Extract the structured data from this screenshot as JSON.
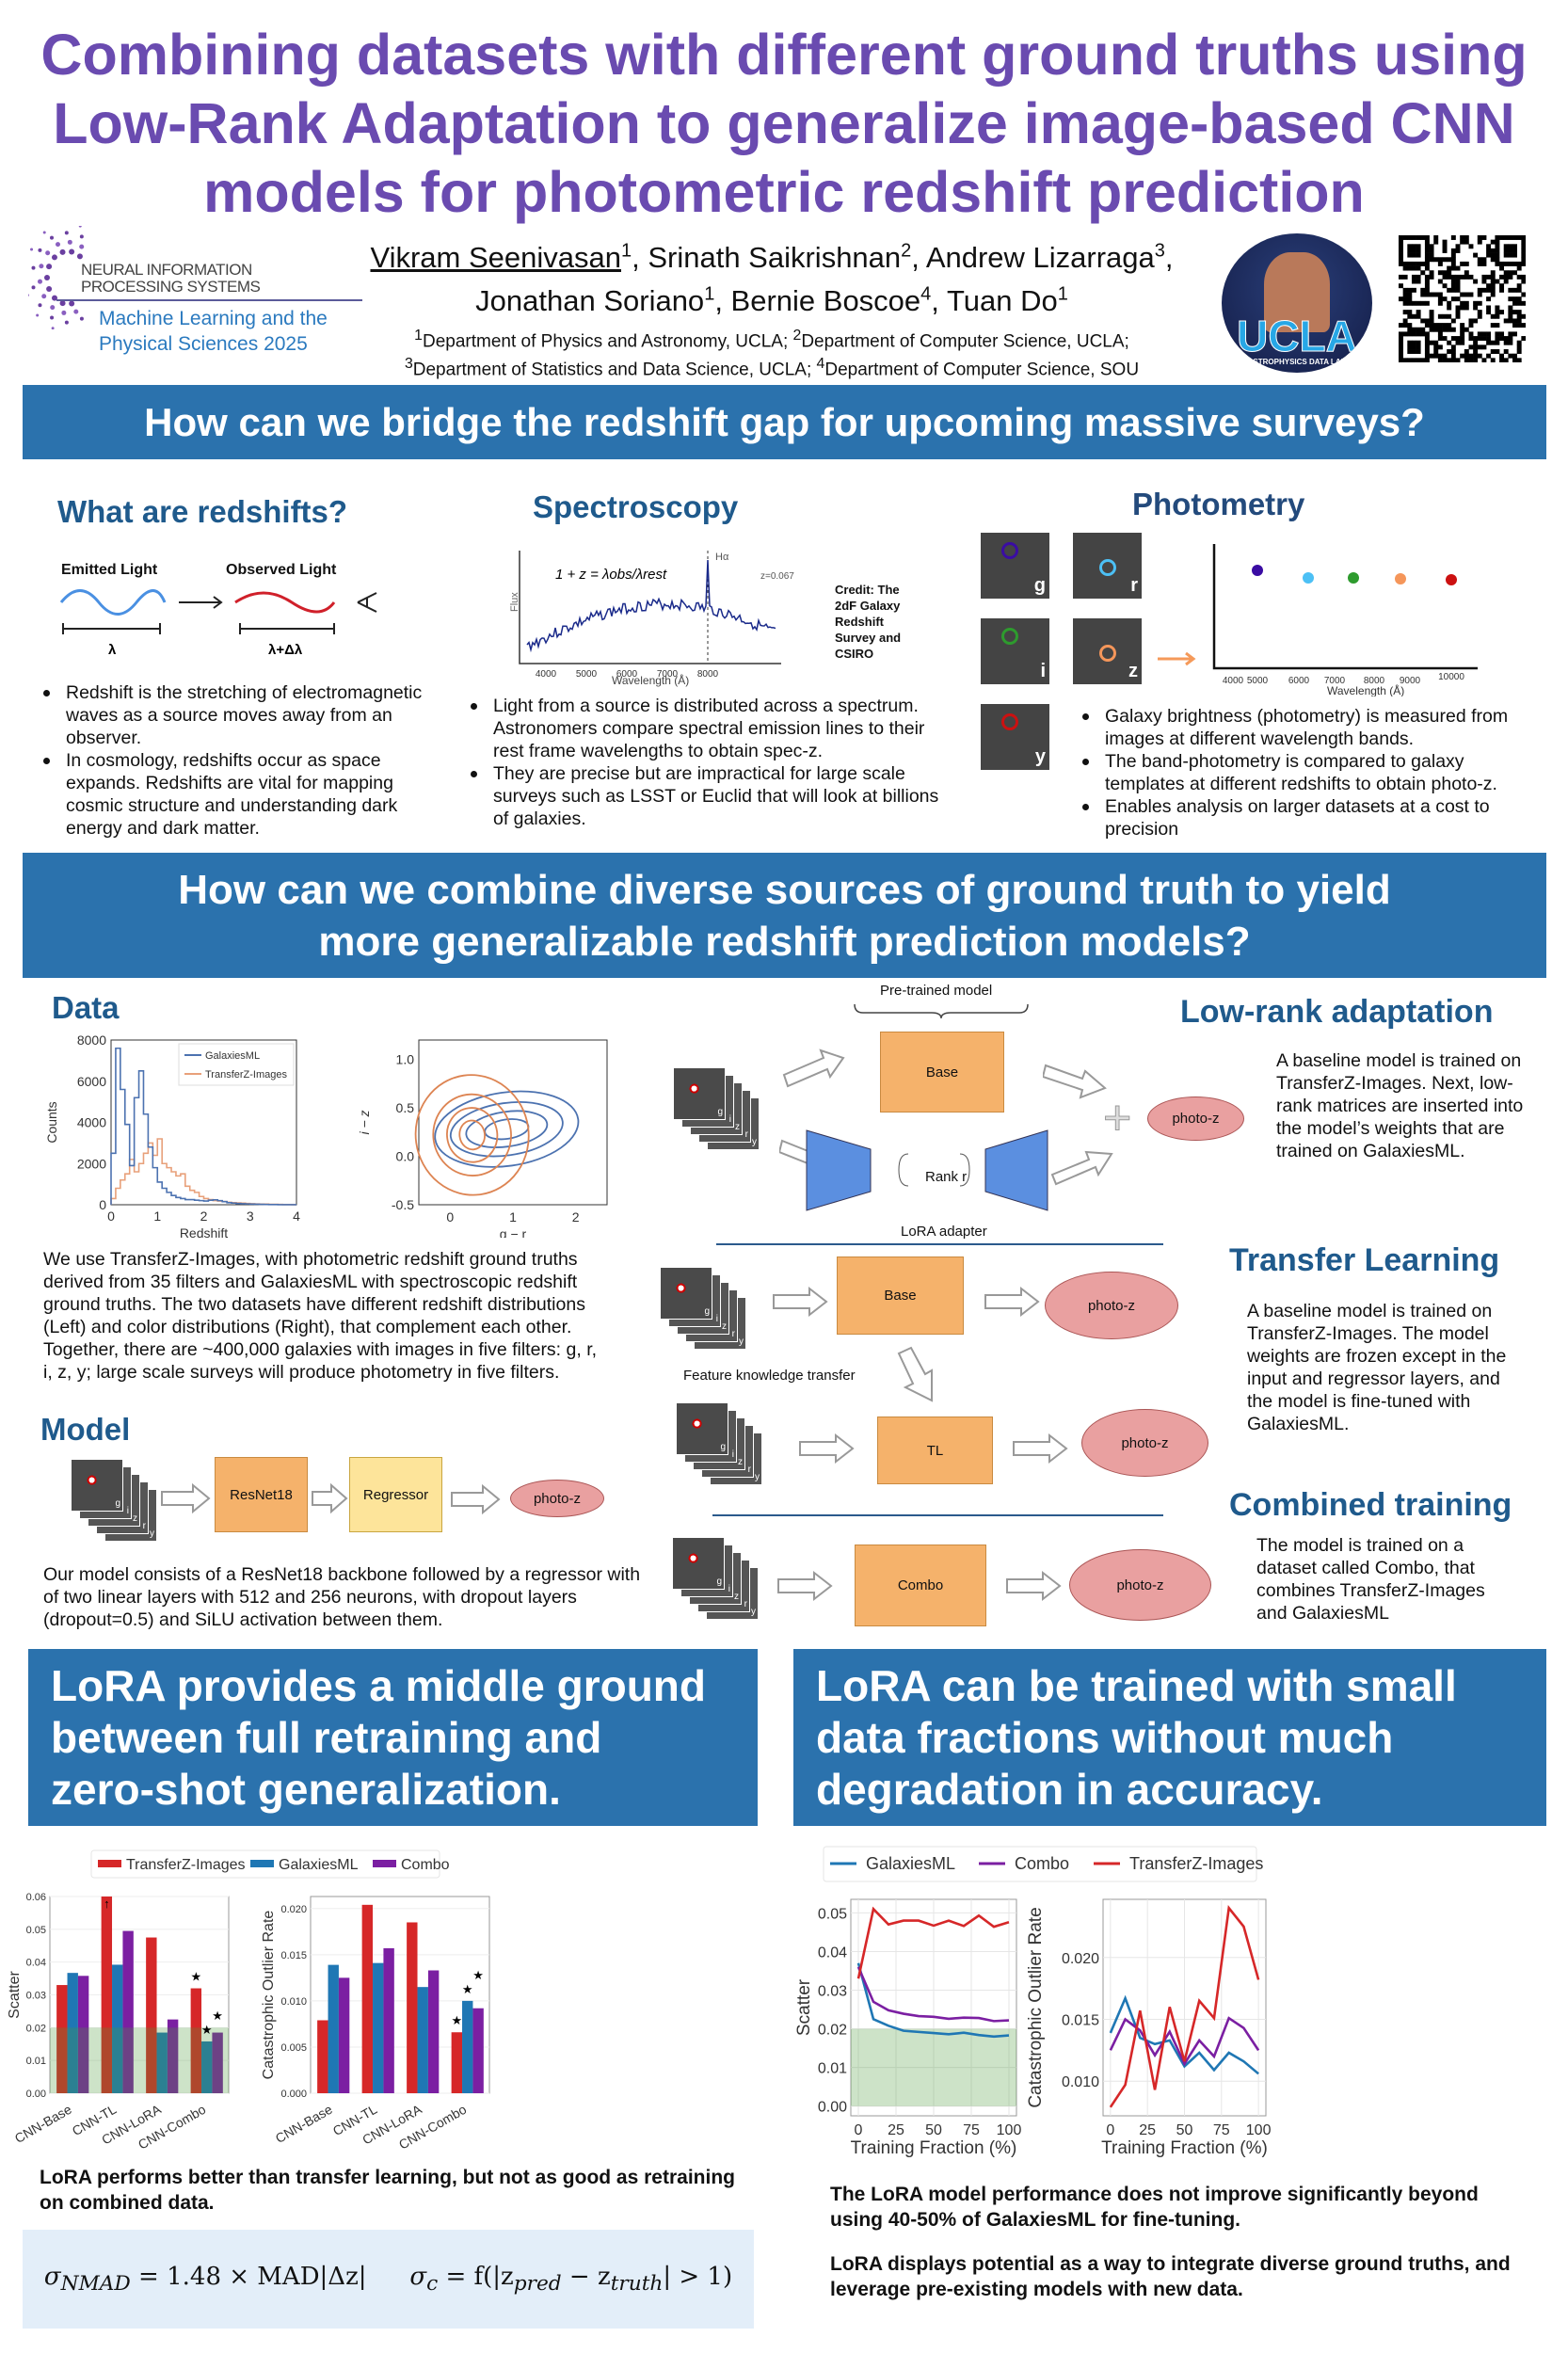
{
  "title": {
    "lines": [
      "Combining datasets with different ground truths using",
      "Low-Rank Adaptation to generalize image-based CNN",
      "models for photometric redshift prediction"
    ]
  },
  "header": {
    "neurips": {
      "line1": "NEURAL INFORMATION",
      "line2": "PROCESSING SYSTEMS",
      "workshop1": "Machine Learning and the",
      "workshop2": "Physical Sciences 2025"
    },
    "authors": [
      {
        "name": "Vikram Seenivasan",
        "sup": "1",
        "sep": ", "
      },
      {
        "name": "Srinath Saikrishnan",
        "sup": "2",
        "sep": ", "
      },
      {
        "name": "Andrew Lizarraga",
        "sup": "3",
        "sep": ","
      },
      {
        "name": "Jonathan Soriano",
        "sup": "1",
        "sep": ", "
      },
      {
        "name": "Bernie Boscoe",
        "sup": "4",
        "sep": ", "
      },
      {
        "name": "Tuan Do",
        "sup": "1",
        "sep": ""
      }
    ],
    "affil1": [
      "1",
      "Department of Physics and Astronomy, UCLA; ",
      "2",
      "Department of Computer Science, UCLA;"
    ],
    "affil2": [
      "3",
      "Department of Statistics and Data Science, UCLA; ",
      "4",
      "Department of Computer Science, SOU"
    ],
    "ucla_logo": {
      "text": "UCLA",
      "sub": "ASTROPHYSICS DATA LAB"
    }
  },
  "banner1": "How can we bridge the redshift gap for upcoming massive surveys?",
  "redshifts": {
    "heading": "What are redshifts?",
    "emitted": "Emitted Light",
    "observed": "Observed Light",
    "lambda": "λ",
    "lambda_shift": "λ+Δλ",
    "bullets": [
      "Redshift is the stretching of electromagnetic waves as a source moves away from an observer.",
      "In cosmology, redshifts occur as space expands. Redshifts are vital for mapping cosmic structure and understanding dark energy and dark matter."
    ]
  },
  "spectroscopy": {
    "heading": "Spectroscopy",
    "ylabel": "Flux",
    "xlabel": "Wavelength (Å)",
    "line_label": "Hα",
    "z_label": "z=0.067",
    "xticks": [
      "4000",
      "5000",
      "6000",
      "7000",
      "8000"
    ],
    "credit": "Credit: The 2dF Galaxy Redshift Survey and CSIRO",
    "bullets": [
      "Light from a source is distributed across a spectrum. Astronomers compare spectral emission lines to their rest frame wavelengths to obtain spec-z.",
      "They are precise but are impractical for large scale surveys such as LSST or Euclid that will look at billions of galaxies."
    ]
  },
  "photometry": {
    "heading": "Photometry",
    "bands": [
      {
        "label": "g",
        "color": "#3a0ca3"
      },
      {
        "label": "r",
        "color": "#4cc0f5"
      },
      {
        "label": "i",
        "color": "#2e9b2e"
      },
      {
        "label": "z",
        "color": "#f5965a"
      },
      {
        "label": "y",
        "color": "#cc1111"
      }
    ],
    "xticks": [
      "4000",
      "5000",
      "6000",
      "7000",
      "8000",
      "9000",
      "10000"
    ],
    "xlabel": "Wavelength (Å)",
    "bullets": [
      "Galaxy brightness (photometry) is measured from images at different wavelength bands.",
      "The band-photometry is compared to galaxy templates at different redshifts to obtain photo-z.",
      "Enables analysis on larger datasets at a cost to precision"
    ]
  },
  "banner2": {
    "line1": "How can we combine diverse sources of ground truth to yield",
    "line2": "more generalizable redshift prediction models?"
  },
  "data_section": {
    "heading": "Data",
    "paragraph": "We use TransferZ-Images, with photometric redshift ground truths derived from 35 filters and GalaxiesML with spectroscopic redshift ground truths. The two datasets have different redshift distributions (Left) and color distributions (Right), that complement each other. Together, there are ~400,000 galaxies with images in five filters: g, r, i, z, y; large scale surveys will produce photometry in five filters."
  },
  "model_section": {
    "heading": "Model",
    "resnet": "ResNet18",
    "regressor": "Regressor",
    "output": "photo-z",
    "paragraph": "Our model consists of a ResNet18 backbone followed by a regressor with of two linear layers with 512 and 256 neurons, with dropout layers (dropout=0.5) and SiLU activation between them."
  },
  "filters": [
    "g",
    "i",
    "z",
    "r",
    "y"
  ],
  "diagram": {
    "pretrained": "Pre-trained model",
    "base": "Base",
    "rank": "Rank r",
    "lora_adapter": "LoRA adapter",
    "output": "photo-z",
    "feature_transfer": "Feature knowledge transfer",
    "tl": "TL",
    "combo": "Combo"
  },
  "methods": [
    {
      "heading": "Low-rank adaptation",
      "text": "A baseline model is trained on TransferZ-Images. Next, low-rank matrices are inserted into the model’s weights that are trained on GalaxiesML."
    },
    {
      "heading": "Transfer Learning",
      "text": "A baseline model is trained on TransferZ-Images. The model weights are frozen except in the input and regressor layers, and the model is fine-tuned with GalaxiesML."
    },
    {
      "heading": "Combined training",
      "text": "The model is trained on a dataset called Combo, that combines TransferZ-Images and GalaxiesML"
    }
  ],
  "bottom_left": {
    "banner": [
      "LoRA provides a middle ground",
      "between full retraining and",
      "zero-shot generalization."
    ],
    "caption": "LoRA performs better than transfer learning, but not as good as retraining on combined data.",
    "formula1": {
      "lhs": "σ",
      "lhs_sub": "NMAD",
      "rhs": " = 1.48 × MAD|Δz|"
    },
    "formula2": {
      "lhs": "σ",
      "lhs_sub": "c",
      "mid": " = f(|z",
      "sub1": "pred",
      "mid2": " − z",
      "sub2": "truth",
      "end": "| > 1)"
    }
  },
  "bottom_right": {
    "banner": [
      "LoRA can be trained with small",
      "data fractions without much",
      "degradation in accuracy."
    ],
    "caption1": "The LoRA model performance does not improve significantly beyond using 40-50% of GalaxiesML for fine-tuning.",
    "caption2": "LoRA displays potential as a way to integrate diverse ground truths, and leverage pre-existing models with new data."
  },
  "chart_data": [
    {
      "id": "redshift-hist",
      "type": "line",
      "xlabel": "Redshift",
      "ylabel": "Counts",
      "xlim": [
        0,
        4
      ],
      "ylim": [
        0,
        8000
      ],
      "xticks": [
        0,
        1,
        2,
        3,
        4
      ],
      "yticks": [
        0,
        2000,
        4000,
        6000,
        8000
      ],
      "legend": "top-right",
      "bin_width": 0.1,
      "series": [
        {
          "name": "GalaxiesML",
          "color": "#4c72b0",
          "values": [
            2500,
            7600,
            5600,
            3900,
            1900,
            5200,
            6500,
            4400,
            2800,
            1800,
            1100,
            800,
            600,
            450,
            350,
            300,
            250,
            250,
            220,
            200,
            180,
            220,
            240,
            200,
            150,
            100,
            80,
            60,
            50,
            40,
            30,
            25,
            20,
            15,
            10,
            10,
            5,
            5,
            5,
            5
          ]
        },
        {
          "name": "TransferZ-Images",
          "color": "#e8a07a",
          "values": [
            300,
            800,
            1200,
            1500,
            2200,
            1600,
            2000,
            2500,
            3000,
            2400,
            3200,
            2000,
            1800,
            1600,
            1400,
            1500,
            900,
            700,
            600,
            400,
            300,
            250,
            200,
            180,
            150,
            120,
            100,
            90,
            80,
            60,
            50,
            40,
            30,
            30,
            20,
            20,
            15,
            10,
            10,
            5
          ]
        }
      ]
    },
    {
      "id": "color-contour",
      "type": "contour",
      "xlabel": "g − r",
      "ylabel": "i − z",
      "xlim": [
        -0.5,
        2.5
      ],
      "ylim": [
        -0.5,
        1.2
      ],
      "xticks": [
        0,
        1,
        2
      ],
      "yticks": [
        -0.5,
        0.0,
        0.5,
        1.0
      ],
      "series": [
        {
          "name": "GalaxiesML",
          "color": "#4c72b0",
          "center": [
            0.9,
            0.28
          ],
          "levels": [
            [
              1.15,
              0.38
            ],
            [
              0.9,
              0.27
            ],
            [
              0.65,
              0.18
            ],
            [
              0.35,
              0.1
            ]
          ]
        },
        {
          "name": "TransferZ-Images",
          "color": "#dd8452",
          "center": [
            0.35,
            0.22
          ],
          "levels": [
            [
              0.9,
              0.62
            ],
            [
              0.62,
              0.42
            ],
            [
              0.4,
              0.28
            ],
            [
              0.2,
              0.15
            ]
          ]
        }
      ]
    },
    {
      "id": "bar-scatter",
      "type": "bar",
      "ylabel": "Scatter",
      "categories": [
        "CNN-Base",
        "CNN-TL",
        "CNN-LoRA",
        "CNN-Combo"
      ],
      "ylim": [
        0,
        0.06
      ],
      "yticks": [
        "0.00",
        "0.01",
        "0.02",
        "0.03",
        "0.04",
        "0.05",
        "0.06"
      ],
      "shaded_below": 0.02,
      "legend": "top",
      "series": [
        {
          "name": "TransferZ-Images",
          "color": "#d62728",
          "values": [
            0.033,
            0.062,
            0.0475,
            0.032
          ]
        },
        {
          "name": "GalaxiesML",
          "color": "#1f77b4",
          "values": [
            0.0367,
            0.0392,
            0.0185,
            0.0158
          ]
        },
        {
          "name": "Combo",
          "color": "#7b1fa2",
          "values": [
            0.0358,
            0.0495,
            0.0225,
            0.0185
          ]
        }
      ],
      "starred_category": "CNN-Combo"
    },
    {
      "id": "bar-outlier",
      "type": "bar",
      "ylabel": "Catastrophic Outlier Rate",
      "categories": [
        "CNN-Base",
        "CNN-TL",
        "CNN-LoRA",
        "CNN-Combo"
      ],
      "ylim": [
        0,
        0.0213
      ],
      "yticks": [
        "0.000",
        "0.005",
        "0.010",
        "0.015",
        "0.020"
      ],
      "series": [
        {
          "name": "TransferZ-Images",
          "color": "#d62728",
          "values": [
            0.0079,
            0.0204,
            0.0185,
            0.0066
          ]
        },
        {
          "name": "GalaxiesML",
          "color": "#1f77b4",
          "values": [
            0.0139,
            0.0141,
            0.0115,
            0.01
          ]
        },
        {
          "name": "Combo",
          "color": "#7b1fa2",
          "values": [
            0.0125,
            0.0157,
            0.0133,
            0.0092
          ]
        }
      ],
      "starred_category": "CNN-Combo"
    },
    {
      "id": "line-scatter",
      "type": "line",
      "xlabel": "Training Fraction (%)",
      "ylabel": "Scatter",
      "xlim": [
        -5,
        105
      ],
      "ylim": [
        -0.0025,
        0.0535
      ],
      "xticks": [
        0,
        25,
        50,
        75,
        100
      ],
      "yticks": [
        "0.00",
        "0.01",
        "0.02",
        "0.03",
        "0.04",
        "0.05"
      ],
      "shaded_below": 0.02,
      "legend": "top",
      "x": [
        0,
        10,
        20,
        30,
        40,
        50,
        60,
        70,
        80,
        90,
        100
      ],
      "series": [
        {
          "name": "GalaxiesML",
          "color": "#1f77b4",
          "values": [
            0.037,
            0.0225,
            0.0208,
            0.0195,
            0.0192,
            0.0189,
            0.0186,
            0.019,
            0.0184,
            0.018,
            0.0183
          ]
        },
        {
          "name": "Combo",
          "color": "#7b1fa2",
          "values": [
            0.036,
            0.027,
            0.0248,
            0.0239,
            0.0233,
            0.0231,
            0.0226,
            0.0229,
            0.0228,
            0.022,
            0.0222
          ]
        },
        {
          "name": "TransferZ-Images",
          "color": "#d62728",
          "values": [
            0.033,
            0.051,
            0.047,
            0.048,
            0.048,
            0.0467,
            0.048,
            0.0466,
            0.0493,
            0.0464,
            0.0476
          ]
        }
      ]
    },
    {
      "id": "line-outlier",
      "type": "line",
      "xlabel": "Training Fraction (%)",
      "ylabel": "Catastrophic Outlier Rate",
      "xlim": [
        -5,
        105
      ],
      "ylim": [
        0.0072,
        0.0247
      ],
      "xticks": [
        0,
        25,
        50,
        75,
        100
      ],
      "yticks": [
        "0.010",
        "0.015",
        "0.020"
      ],
      "x": [
        0,
        10,
        20,
        30,
        40,
        50,
        60,
        70,
        80,
        90,
        100
      ],
      "series": [
        {
          "name": "GalaxiesML",
          "color": "#1f77b4",
          "values": [
            0.0139,
            0.0167,
            0.0135,
            0.013,
            0.0133,
            0.0112,
            0.0123,
            0.0109,
            0.0123,
            0.0116,
            0.0106
          ]
        },
        {
          "name": "Combo",
          "color": "#7b1fa2",
          "values": [
            0.0125,
            0.015,
            0.0141,
            0.0121,
            0.014,
            0.0114,
            0.0133,
            0.012,
            0.0151,
            0.0143,
            0.0125
          ]
        },
        {
          "name": "TransferZ-Images",
          "color": "#d62728",
          "values": [
            0.0079,
            0.0097,
            0.0157,
            0.0093,
            0.016,
            0.0116,
            0.0165,
            0.0151,
            0.024,
            0.0225,
            0.0182
          ]
        }
      ]
    }
  ]
}
